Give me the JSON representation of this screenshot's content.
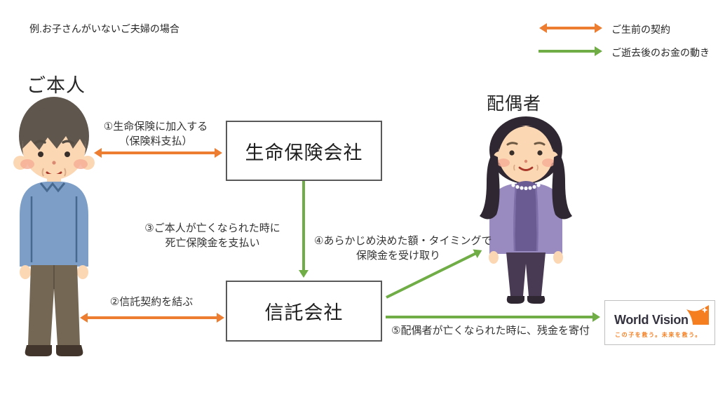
{
  "note": "例.お子さんがいないご夫婦の場合",
  "legend": {
    "items": [
      {
        "label": "ご生前の契約",
        "color": "#ED7D31",
        "arrow": "double"
      },
      {
        "label": "ご逝去後のお金の動き",
        "color": "#70AD47",
        "arrow": "single"
      }
    ]
  },
  "actors": {
    "person_label": "ご本人",
    "spouse_label": "配偶者"
  },
  "entities": {
    "insurance_company": "生命保険会社",
    "trust_company": "信託会社"
  },
  "steps": {
    "step1": {
      "line1": "①生命保険に加入する",
      "line2": "（保険料支払）"
    },
    "step2": {
      "label": "②信託契約を結ぶ"
    },
    "step3": {
      "line1": "③ご本人が亡くなられた時に",
      "line2": "死亡保険金を支払い"
    },
    "step4": {
      "line1": "④あらかじめ決めた額・タイミングで",
      "line2": "保険金を受け取り"
    },
    "step5": {
      "label": "⑤配偶者が亡くなられた時に、残金を寄付"
    }
  },
  "world_vision": {
    "name": "World Vision",
    "tagline": "この子を救う。未来を救う。"
  },
  "colors": {
    "contract_orange": "#ED7D31",
    "money_green": "#70AD47",
    "world_vision_orange": "#F57E20"
  }
}
